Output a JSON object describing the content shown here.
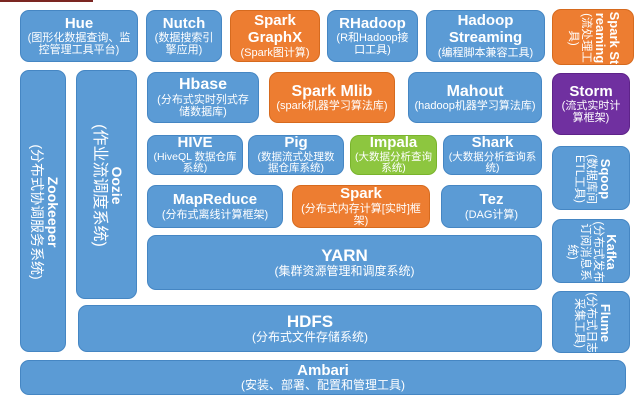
{
  "diagram": {
    "name": "Hadoop ecosystem components diagram",
    "background": "#FFFFFF",
    "text_color": "#FFFFFF"
  },
  "palette": {
    "blue": "#5B9BD5",
    "orange": "#ED7D31",
    "green": "#8DC63F",
    "purple": "#7030A0",
    "top_edge_artifact": "#7B2622"
  },
  "artifact": {
    "color": "#7B2622"
  },
  "boxes": {
    "hue": {
      "title": "Hue",
      "subtitle": "(图形化数据查询、监控管理工具平台)",
      "color": "#5B9BD5"
    },
    "nutch": {
      "title": "Nutch",
      "subtitle": "(数据搜索引擎应用)",
      "color": "#5B9BD5"
    },
    "spark_graphx": {
      "title": "Spark GraphX",
      "subtitle": "(Spark图计算)",
      "color": "#ED7D31"
    },
    "rhadoop": {
      "title": "RHadoop",
      "subtitle": "(R和Hadoop接口工具)",
      "color": "#5B9BD5"
    },
    "hadoop_streaming": {
      "title": "Hadoop Streaming",
      "subtitle": "(编程脚本兼容工具)",
      "color": "#5B9BD5"
    },
    "spark_streaming": {
      "title": "Spark Streaming",
      "subtitle": "(流处理工具)",
      "color": "#ED7D31",
      "orientation": "vertical"
    },
    "zookeeper": {
      "title": "Zookeeper",
      "subtitle": "(分布式协调服务系统)",
      "color": "#5B9BD5",
      "orientation": "vertical"
    },
    "oozie": {
      "title": "Oozie",
      "subtitle": "(作业流调度系统)",
      "color": "#5B9BD5",
      "orientation": "vertical"
    },
    "hbase": {
      "title": "Hbase",
      "subtitle": "(分布式实时列式存储数据库)",
      "color": "#5B9BD5"
    },
    "spark_mlib": {
      "title": "Spark Mlib",
      "subtitle": "(spark机器学习算法库)",
      "color": "#ED7D31"
    },
    "mahout": {
      "title": "Mahout",
      "subtitle": "(hadoop机器学习算法库)",
      "color": "#5B9BD5"
    },
    "hive": {
      "title": "HIVE",
      "subtitle": "(HiveQL 数据仓库系统)",
      "color": "#5B9BD5"
    },
    "pig": {
      "title": "Pig",
      "subtitle": "(数据流式处理数据仓库系统)",
      "color": "#5B9BD5"
    },
    "impala": {
      "title": "Impala",
      "subtitle": "(大数据分析查询系统)",
      "color": "#8DC63F"
    },
    "shark": {
      "title": "Shark",
      "subtitle": "(大数据分析查询系统)",
      "color": "#5B9BD5"
    },
    "mapreduce": {
      "title": "MapReduce",
      "subtitle": "(分布式离线计算框架)",
      "color": "#5B9BD5"
    },
    "spark": {
      "title": "Spark",
      "subtitle": "(分布式内存计算[实时]框架)",
      "color": "#ED7D31"
    },
    "tez": {
      "title": "Tez",
      "subtitle": "(DAG计算)",
      "color": "#5B9BD5"
    },
    "yarn": {
      "title": "YARN",
      "subtitle": "(集群资源管理和调度系统)",
      "color": "#5B9BD5"
    },
    "storm": {
      "title": "Storm",
      "subtitle": "(流式实时计算框架)",
      "color": "#7030A0"
    },
    "sqoop": {
      "title": "Sqoop",
      "subtitle": "(数据库间ETL工具)",
      "color": "#5B9BD5",
      "orientation": "vertical"
    },
    "kafka": {
      "title": "Kafka",
      "subtitle": "(分布式发布订阅消息系统)",
      "color": "#5B9BD5",
      "orientation": "vertical"
    },
    "flume": {
      "title": "Flume",
      "subtitle": "(分布式日志采集工具)",
      "color": "#5B9BD5",
      "orientation": "vertical"
    },
    "hdfs": {
      "title": "HDFS",
      "subtitle": "(分布式文件存储系统)",
      "color": "#5B9BD5"
    },
    "ambari": {
      "title": "Ambari",
      "subtitle": "(安装、部署、配置和管理工具)",
      "color": "#5B9BD5"
    }
  }
}
